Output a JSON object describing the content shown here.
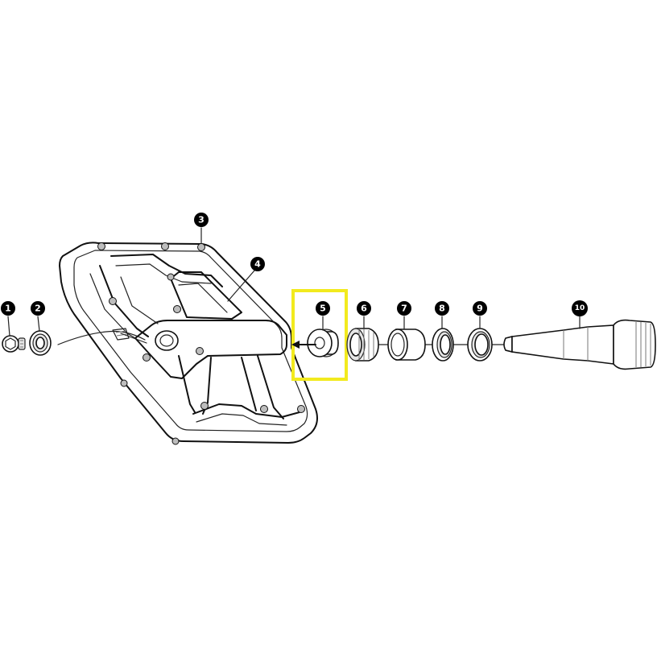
{
  "diagram": {
    "colors": {
      "line": "#111111",
      "callout_fill": "#000000",
      "callout_text": "#ffffff",
      "highlight": "#f2ea1e",
      "part_shade": "#e6e6e6"
    },
    "highlighted_part": "5",
    "callouts": [
      {
        "id": "1",
        "label": "1"
      },
      {
        "id": "2",
        "label": "2"
      },
      {
        "id": "3",
        "label": "3"
      },
      {
        "id": "4",
        "label": "4"
      },
      {
        "id": "5",
        "label": "5"
      },
      {
        "id": "6",
        "label": "6"
      },
      {
        "id": "7",
        "label": "7"
      },
      {
        "id": "8",
        "label": "8"
      },
      {
        "id": "9",
        "label": "9"
      },
      {
        "id": "10",
        "label": "10"
      }
    ]
  }
}
